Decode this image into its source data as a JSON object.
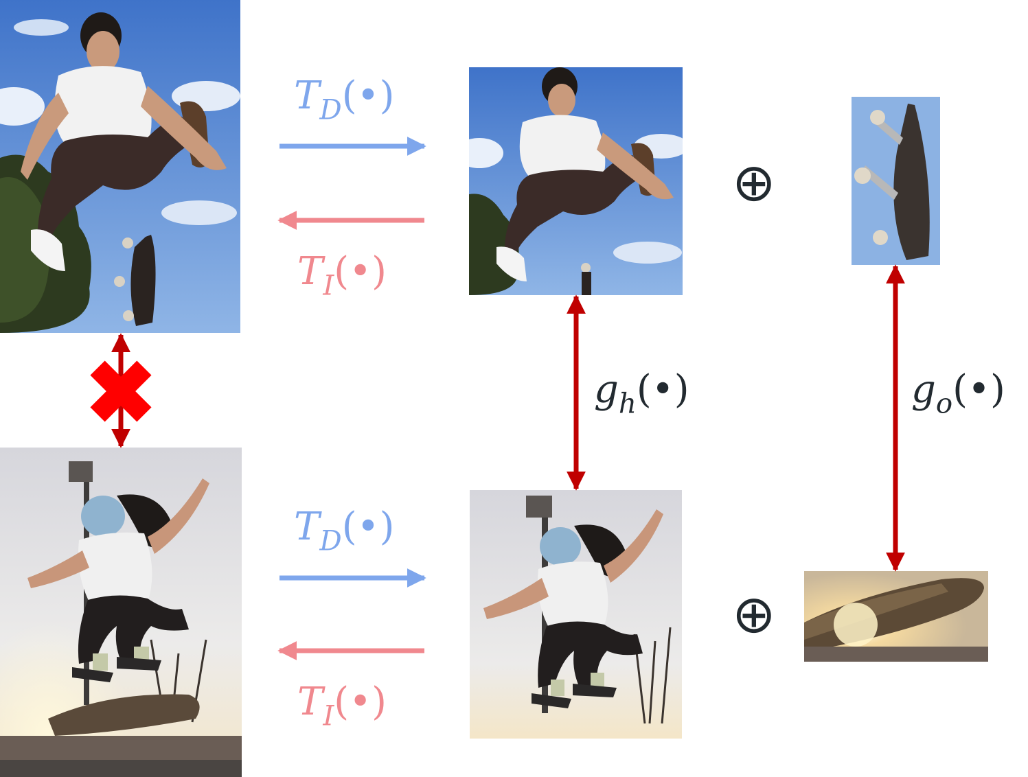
{
  "top_row": {
    "forward_label": {
      "symbol": "T",
      "subscript": "D",
      "argument": "(•)"
    },
    "inverse_label": {
      "symbol": "T",
      "subscript": "I",
      "argument": "(•)"
    },
    "combine_symbol": "⊕"
  },
  "bottom_row": {
    "forward_label": {
      "symbol": "T",
      "subscript": "D",
      "argument": "(•)"
    },
    "inverse_label": {
      "symbol": "T",
      "subscript": "I",
      "argument": "(•)"
    },
    "combine_symbol": "⊕"
  },
  "human_match": {
    "symbol": "g",
    "subscript": "h",
    "argument": "(•)"
  },
  "object_match": {
    "symbol": "g",
    "subscript": "o",
    "argument": "(•)"
  },
  "colors": {
    "forward": "#7ea6ec",
    "inverse": "#f0888e",
    "match": "#c00000",
    "mismatch": "#ff0000",
    "text": "#222a30"
  }
}
